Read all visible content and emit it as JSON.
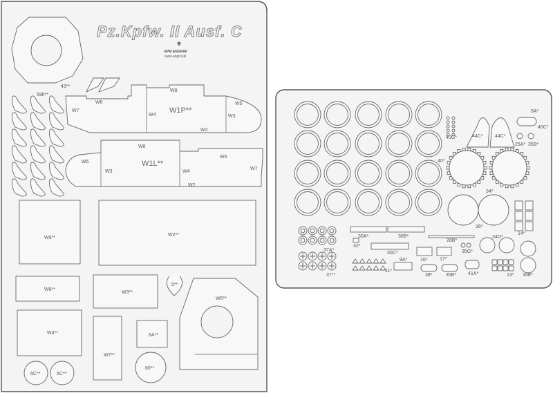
{
  "title": "Pz.Kpfw. II Ausf. C",
  "logo": {
    "brand": "GPM ANGRAF",
    "url": "www.angraf.pl"
  },
  "colors": {
    "sheet": "#f4f4f4",
    "cut_line": "#666666",
    "background": "#ffffff"
  },
  "left_sheet": {
    "labels": {
      "p43": "43**",
      "p59h": "59h**",
      "w1p": "W1P**",
      "w1l": "W1L**",
      "w8": "W8",
      "w6": "W6",
      "w7": "W7",
      "w4": "W4",
      "w3": "W3",
      "w5": "W5",
      "w2": "W2",
      "w9b": "W9**",
      "w2b": "W2**",
      "w8b": "W8**",
      "w3b": "W3**",
      "p5": "5**",
      "w6b": "W6**",
      "w4b": "W4**",
      "w7b": "W7**",
      "p6a": "6A**",
      "p6c1": "6C**",
      "p6c2": "6C**",
      "p60": "60**"
    }
  },
  "right_sheet": {
    "labels": {
      "p40g": "40G*",
      "p44c1": "44C*",
      "p44c2": "44C*",
      "p6a": "6A*",
      "p45c": "45C*",
      "p25a": "25A*",
      "p35b": "35B*",
      "p40": "40*",
      "p34": "34*",
      "p36": "36*",
      "p14": "14*",
      "p37a": "37A*",
      "p30a": "30A*",
      "p30b": "30B*",
      "p28b": "28B*",
      "p32": "32*",
      "p30c": "30C*",
      "p35g": "35G*",
      "p34d": "34D*",
      "p16": "16*",
      "p17": "17*",
      "p9a": "9A*",
      "p11": "11*",
      "p38": "38*",
      "p35b2": "35B*",
      "p41a": "41A*",
      "p13": "13*",
      "p34e": "34E*",
      "p37": "37**"
    }
  }
}
